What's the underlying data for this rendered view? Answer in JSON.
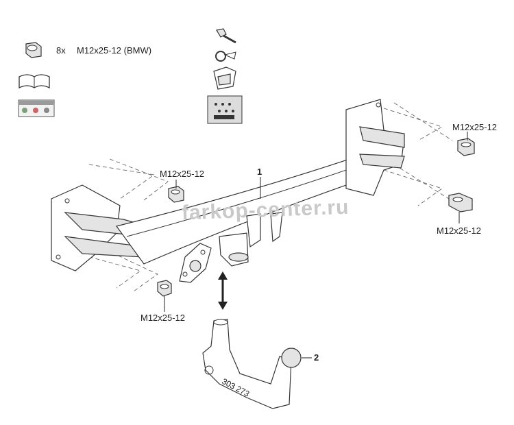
{
  "kit": {
    "nut_qty": "8x",
    "nut_spec": "M12x25-12 (BMW)"
  },
  "callouts": {
    "nut_right_upper": "M12x25-12",
    "nut_left_upper": "M12x25-12",
    "nut_right_lower": "M12x25-12",
    "nut_left_lower": "M12x25-12"
  },
  "part_numbers": {
    "crossbar": "1",
    "ball_neck": "2"
  },
  "ball_neck_marking": "303 273",
  "watermark": "farkop-center.ru",
  "icons": [
    "nut-icon",
    "manual-book-icon",
    "warning-label-icon",
    "bolt-icon",
    "key-ring-icon",
    "electrical-socket-icon",
    "socket-bracket-icon"
  ],
  "colors": {
    "line": "#333333",
    "shade": "#e4e4e4",
    "watermark": "#c9c9c9"
  }
}
